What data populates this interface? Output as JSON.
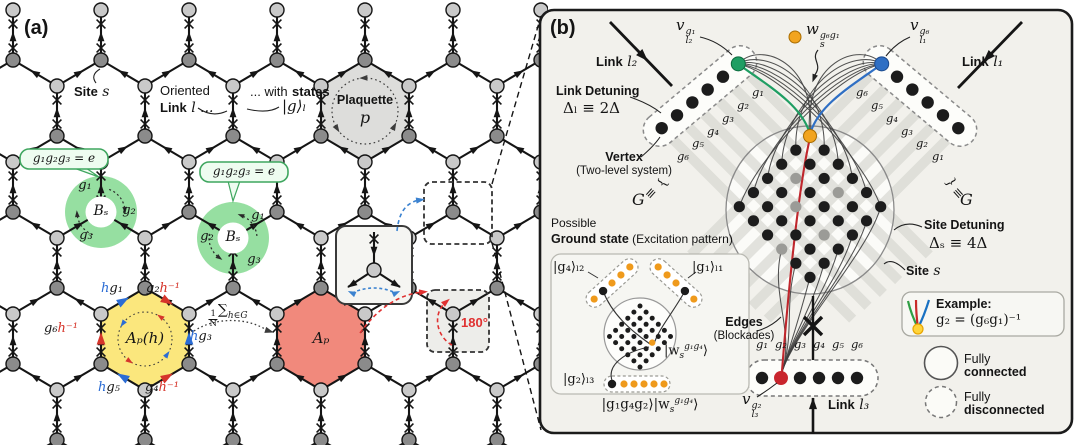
{
  "colors": {
    "panel_b_bg": "#f2f1ec",
    "ink": "#141414",
    "dark_site": "#8b8b8b",
    "light_site": "#c9c9c9",
    "plaquette_fill": "#dddddb",
    "ap_h_fill": "#fbe77d",
    "ap_fill": "#f1897c",
    "bs_green": "#96dfa1",
    "callout_green": "#3fa65f",
    "blue": "#2b6cd4",
    "red": "#d6352b",
    "rotation_red": "#e03131",
    "green_dot": "#1f9e63",
    "blue_dot": "#2f6fc4",
    "red_dot": "#c9252d",
    "orange_dot": "#f2a41f"
  },
  "panel_a": {
    "label": "(a)",
    "site": {
      "word": "Site",
      "var": "s"
    },
    "oriented": {
      "line1": "Oriented",
      "word": "Link",
      "rest": "l ..."
    },
    "states": {
      "prefix": "... with",
      "word": "states",
      "ket": "|g⟩ₗ"
    },
    "plaquette": {
      "word": "Plaquette",
      "var": "p"
    },
    "gauss_rule": "g₁g₂g₃ = e",
    "bs": "Bₛ",
    "sym": {
      "g1": "g₁",
      "g2": "g₂",
      "g3": "g₃",
      "g4": "g₄",
      "g5": "g₅",
      "g6": "g₆",
      "h": "h",
      "hinv": "h⁻¹"
    },
    "ap_h": "Aₚ(h)",
    "ap": "Aₚ",
    "sum": {
      "num": "1",
      "den": "N",
      "sigma": "∑",
      "sub": "h∈G"
    },
    "rotation": "180°"
  },
  "panel_b": {
    "label": "(b)",
    "link1": {
      "word": "Link",
      "var": "l₁"
    },
    "link2": {
      "word": "Link",
      "var": "l₂"
    },
    "link3": {
      "word": "Link",
      "var": "l₃"
    },
    "link_detuning": {
      "title": "Link Detuning",
      "formula": "Δₗ ≡ 2Δ"
    },
    "site_detuning": {
      "title": "Site Detuning",
      "formula": "Δₛ ≡ 4Δ"
    },
    "vertex": {
      "title": "Vertex",
      "subtitle": "(Two-level system)"
    },
    "site": {
      "word": "Site",
      "var": "s"
    },
    "edges": {
      "title": "Edges",
      "subtitle": "(Blockades)"
    },
    "group": {
      "brace": "}",
      "equiv": "≡",
      "letter": "G"
    },
    "vl2": {
      "base": "v",
      "sup": "g₁",
      "sub": "l₂"
    },
    "vl1": {
      "base": "v",
      "sup": "g₆",
      "sub": "l₁"
    },
    "vl3": {
      "base": "v",
      "sup": "g₂",
      "sub": "l₃"
    },
    "ws": {
      "base": "w",
      "sub": "s",
      "sup": "g₆g₁"
    },
    "example": {
      "title": "Example:",
      "formula": "g₂ = (g₆g₁)⁻¹"
    },
    "legend": {
      "fully": "Fully",
      "connected": "connected",
      "disconnected": "disconnected"
    },
    "ground": {
      "line1": "Possible",
      "bold": "Ground state",
      "rest": " (Excitation pattern)",
      "ket_l2": "|g₄⟩ₗ₂",
      "ket_l1": "|g₁⟩ₗ₁",
      "ket_l3": "|g₂⟩ₗ₃",
      "ws_ket": {
        "pre": "|w",
        "sub": "s",
        "sup": "g₁g₄",
        "post": "⟩"
      },
      "caption": {
        "pre": "|g₁g₄g₂⟩|w",
        "sub": "s",
        "sup": "g₁g₄",
        "post": "⟩"
      }
    }
  }
}
